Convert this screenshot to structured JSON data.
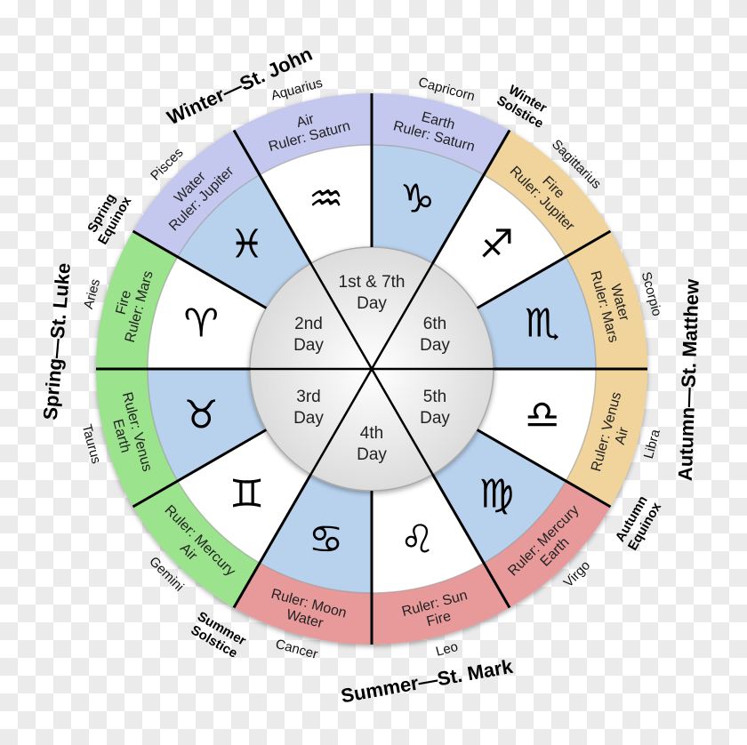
{
  "colors": {
    "winter": "#c5c8ee",
    "autumn": "#f0d49c",
    "summer": "#e89a9a",
    "spring": "#9be38c",
    "inner_blue": "#b8d2ee",
    "inner_white": "#ffffff",
    "center_fill": "#e4e4e4",
    "lines": "#000000"
  },
  "signs": [
    {
      "name": "Capricorn",
      "glyph": "♑",
      "element_line1": "Earth",
      "element_line2": "Ruler: Saturn",
      "season": "winter",
      "shade": "blue"
    },
    {
      "name": "Sagittarius",
      "glyph": "♐",
      "element_line1": "Fire",
      "element_line2": "Ruler: Jupiter",
      "season": "autumn",
      "shade": "white"
    },
    {
      "name": "Scorpio",
      "glyph": "♏",
      "element_line1": "Water",
      "element_line2": "Ruler: Mars",
      "season": "autumn",
      "shade": "blue"
    },
    {
      "name": "Libra",
      "glyph": "♎",
      "element_line1": "Ruler: Venus",
      "element_line2": "Air",
      "season": "autumn",
      "shade": "white"
    },
    {
      "name": "Virgo",
      "glyph": "♍",
      "element_line1": "Ruler: Mercury",
      "element_line2": "Earth",
      "season": "summer",
      "shade": "blue"
    },
    {
      "name": "Leo",
      "glyph": "♌",
      "element_line1": "Ruler: Sun",
      "element_line2": "Fire",
      "season": "summer",
      "shade": "white"
    },
    {
      "name": "Cancer",
      "glyph": "♋",
      "element_line1": "Ruler: Moon",
      "element_line2": "Water",
      "season": "summer",
      "shade": "blue"
    },
    {
      "name": "Gemini",
      "glyph": "♊",
      "element_line1": "Ruler: Mercury",
      "element_line2": "Air",
      "season": "spring",
      "shade": "white"
    },
    {
      "name": "Taurus",
      "glyph": "♉",
      "element_line1": "Ruler: Venus",
      "element_line2": "Earth",
      "season": "spring",
      "shade": "blue"
    },
    {
      "name": "Aries",
      "glyph": "♈",
      "element_line1": "Fire",
      "element_line2": "Ruler: Mars",
      "season": "spring",
      "shade": "white"
    },
    {
      "name": "Pisces",
      "glyph": "♓",
      "element_line1": "Water",
      "element_line2": "Ruler: Jupiter",
      "season": "winter",
      "shade": "blue"
    },
    {
      "name": "Aquarius",
      "glyph": "♒",
      "element_line1": "Air",
      "element_line2": "Ruler: Saturn",
      "season": "winter",
      "shade": "white"
    }
  ],
  "days": [
    {
      "line1": "1st & 7th",
      "line2": "Day"
    },
    {
      "line1": "6th",
      "line2": "Day"
    },
    {
      "line1": "5th",
      "line2": "Day"
    },
    {
      "line1": "4th",
      "line2": "Day"
    },
    {
      "line1": "3rd",
      "line2": "Day"
    },
    {
      "line1": "2nd",
      "line2": "Day"
    }
  ],
  "seasons": [
    {
      "label": "Winter—St. John"
    },
    {
      "label": "Autumn—St. Matthew"
    },
    {
      "label": "Summer—St. Mark"
    },
    {
      "label": "Spring—St. Luke"
    }
  ],
  "markers": [
    {
      "line1": "Winter",
      "line2": "Solstice"
    },
    {
      "line1": "Autumn",
      "line2": "Equinox"
    },
    {
      "line1": "Summer",
      "line2": "Solstice"
    },
    {
      "line1": "Spring",
      "line2": "Equinox"
    }
  ]
}
